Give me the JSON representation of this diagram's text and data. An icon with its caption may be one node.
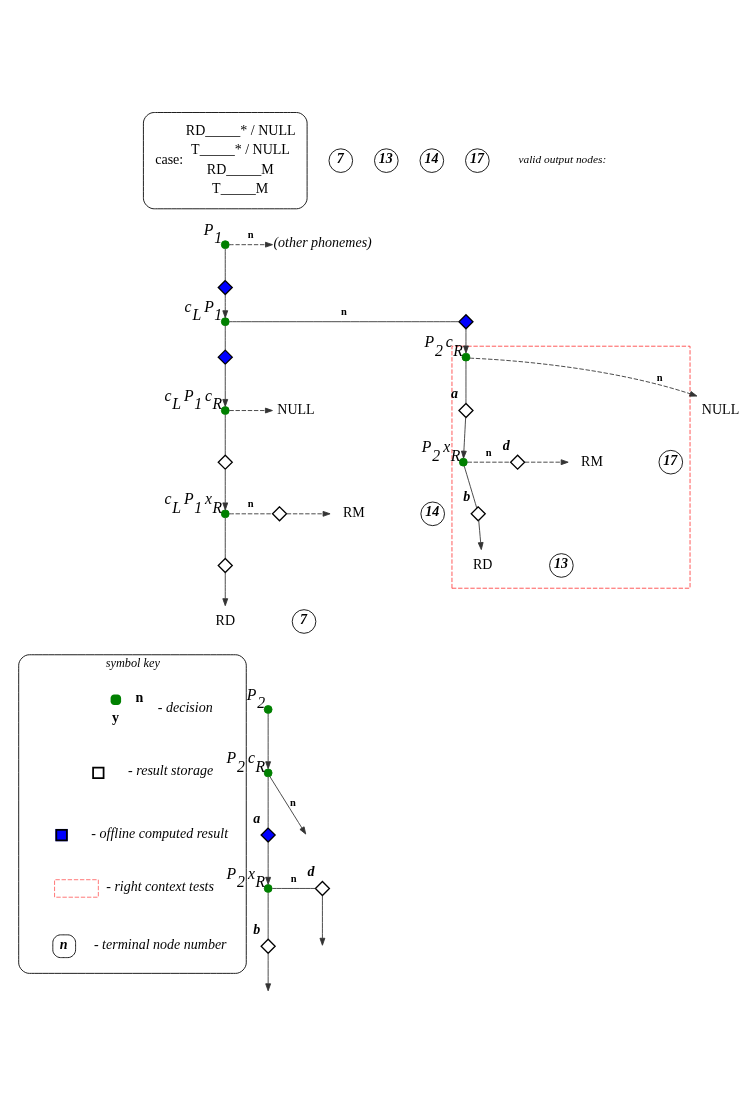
{
  "diagram": {
    "nodes": [
      {
        "text": [
          "case:",
          "RD_____* / NULL",
          "T_____* / NULL",
          "RD_____M",
          "T_____M"
        ]
      },
      {
        "text": [
          "7"
        ]
      },
      {
        "text": [
          "13"
        ]
      },
      {
        "text": [
          "14"
        ]
      },
      {
        "text": [
          "17"
        ]
      },
      {
        "text": [],
        "shape": "circle",
        "beside": [
          "P$_{1}$"
        ]
      },
      {
        "text": [
          "(other phonemes)"
        ]
      },
      {
        "text": [],
        "shape": "diamond"
      },
      {
        "text": [],
        "shape": "circle",
        "beside": [
          "c$_{L}$ P$_{1}$"
        ]
      },
      {
        "text": [],
        "shape": "diamond"
      },
      {
        "text": [],
        "shape": "box"
      },
      {
        "text": [],
        "shape": "circle",
        "in": 10,
        "beside": [
          "P$_{2}$ c$_{R}$"
        ]
      },
      {
        "text": [
          "NULL"
        ]
      },
      {
        "text": [],
        "shape": "diamond",
        "in": 10,
        "beside": [
          "a"
        ]
      },
      {
        "text": [],
        "shape": "circle",
        "in": 10,
        "beside": [
          "P$_{2}$ x$_{R}$"
        ]
      },
      {
        "text": [],
        "shape": "diamond",
        "in": 10,
        "beside": [
          "d"
        ]
      },
      {
        "text": [
          "RM"
        ],
        "in": 10
      },
      {
        "text": [
          "17"
        ],
        "in": 10
      },
      {
        "text": [],
        "shape": "diamond",
        "in": 10,
        "beside": [
          "b"
        ]
      },
      {
        "text": [
          "RD"
        ],
        "in": 10
      },
      {
        "text": [
          "13"
        ],
        "in": 10
      },
      {
        "text": [],
        "shape": "diamond"
      },
      {
        "text": [],
        "shape": "circle",
        "beside": [
          "c$_{L}$ P$_{1}$ c$_{R}$"
        ]
      },
      {
        "text": [
          "NULL"
        ]
      },
      {
        "text": [],
        "shape": "diamond"
      },
      {
        "text": [],
        "shape": "circle",
        "beside": [
          "c$_{L}$ P$_{1}$ x$_{R}$"
        ]
      },
      {
        "text": [],
        "shape": "diamond"
      },
      {
        "text": [
          "RM"
        ]
      },
      {
        "text": [
          "14"
        ]
      },
      {
        "text": [],
        "shape": "diamond"
      },
      {
        "text": [
          "RD"
        ]
      },
      {
        "text": [
          "7"
        ]
      },
      {
        "text": [],
        "shape": "circle",
        "beside": [
          "P$_{2}$"
        ]
      },
      {
        "text": [],
        "shape": "circle",
        "beside": [
          "P$_{2}$ c$_{R}$"
        ]
      },
      {
        "text": [],
        "shape": "diamond",
        "beside": [
          "a"
        ]
      },
      {
        "text": [],
        "shape": "circle",
        "beside": [
          "P$_{2}$ x$_{R}$"
        ]
      },
      {
        "text": [],
        "shape": "diamond",
        "beside": [
          "d"
        ]
      },
      {
        "text": [],
        "shape": "diamond",
        "beside": [
          "b"
        ]
      },
      {
        "text": [
          "symbol key"
        ]
      }
    ],
    "edges": [
      {
        "from": 5,
        "to": 6,
        "arrow": "to",
        "label": "n",
        "style": "dashed"
      },
      {
        "from": 5,
        "to": 7,
        "arrow": "none"
      },
      {
        "from": 7,
        "to": 8,
        "arrow": "to"
      },
      {
        "from": 8,
        "to": 9,
        "arrow": "none",
        "label": "n"
      },
      {
        "from": 9,
        "to": 11,
        "arrow": "to"
      },
      {
        "from": 11,
        "to": 12,
        "arrow": "to",
        "label": "n",
        "style": "dashed"
      },
      {
        "from": 11,
        "to": 13,
        "arrow": "none"
      },
      {
        "from": 13,
        "to": 14,
        "arrow": "to"
      },
      {
        "from": 14,
        "to": 15,
        "arrow": "none",
        "label": "n",
        "style": "dashed"
      },
      {
        "from": 15,
        "to": 16,
        "arrow": "to",
        "style": "dashed"
      },
      {
        "from": 14,
        "to": 18,
        "arrow": "none"
      },
      {
        "from": 18,
        "to": 19,
        "arrow": "to"
      },
      {
        "from": 8,
        "to": 21,
        "arrow": "none"
      },
      {
        "from": 21,
        "to": 22,
        "arrow": "to"
      },
      {
        "from": 22,
        "to": 23,
        "arrow": "to",
        "style": "dashed"
      },
      {
        "from": 22,
        "to": 24,
        "arrow": "none"
      },
      {
        "from": 24,
        "to": 25,
        "arrow": "to"
      },
      {
        "from": 25,
        "to": 26,
        "arrow": "none",
        "label": "n",
        "style": "dashed"
      },
      {
        "from": 26,
        "to": 27,
        "arrow": "to",
        "style": "dashed"
      },
      {
        "from": 25,
        "to": 29,
        "arrow": "none"
      },
      {
        "from": 29,
        "to": 30,
        "arrow": "to"
      },
      {
        "from": 32,
        "to": 33,
        "arrow": "to"
      },
      {
        "from": 33,
        "to": null,
        "arrow": "to",
        "label": "n"
      },
      {
        "from": 33,
        "to": 34,
        "arrow": "none"
      },
      {
        "from": 34,
        "to": 35,
        "arrow": "to"
      },
      {
        "from": 35,
        "to": 36,
        "arrow": "none",
        "label": "n"
      },
      {
        "from": 36,
        "to": null,
        "arrow": "to"
      },
      {
        "from": 35,
        "to": 37,
        "arrow": "none"
      },
      {
        "from": 37,
        "to": null,
        "arrow": "to"
      }
    ],
    "labels": [
      "valid output nodes:",
      "n",
      "y",
      "n"
    ],
    "legend": [
      {
        "text": "- decision"
      },
      {
        "text": "- result storage"
      },
      {
        "text": "- offline computed result"
      },
      {
        "text": "- right context tests"
      },
      {
        "text": "- terminal node number"
      }
    ]
  }
}
